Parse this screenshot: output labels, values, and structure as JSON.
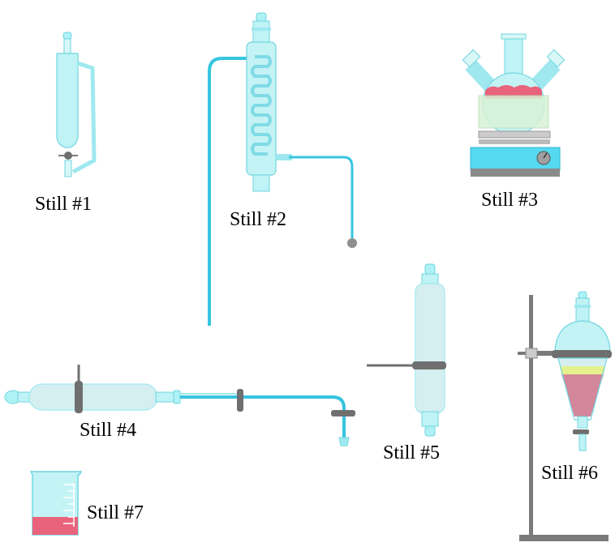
{
  "labels": {
    "still1": "Still #1",
    "still2": "Still #2",
    "still3": "Still #3",
    "still4": "Still #4",
    "still5": "Still #5",
    "still6": "Still #6",
    "still7": "Still #7"
  },
  "colors": {
    "glass_fill": "#d5f4f4",
    "glass_cyan": "#9ff0f4",
    "glass_stroke": "#6fd6e0",
    "tube_blue": "#35c5df",
    "liquid_red": "#e8637b",
    "liquid_pink": "#d4869a",
    "liquid_yellow": "#e4f08c",
    "clamp_gray": "#6f6f6f",
    "hotplate_blue": "#55d9f0",
    "base_gray": "#8a8a8a"
  }
}
